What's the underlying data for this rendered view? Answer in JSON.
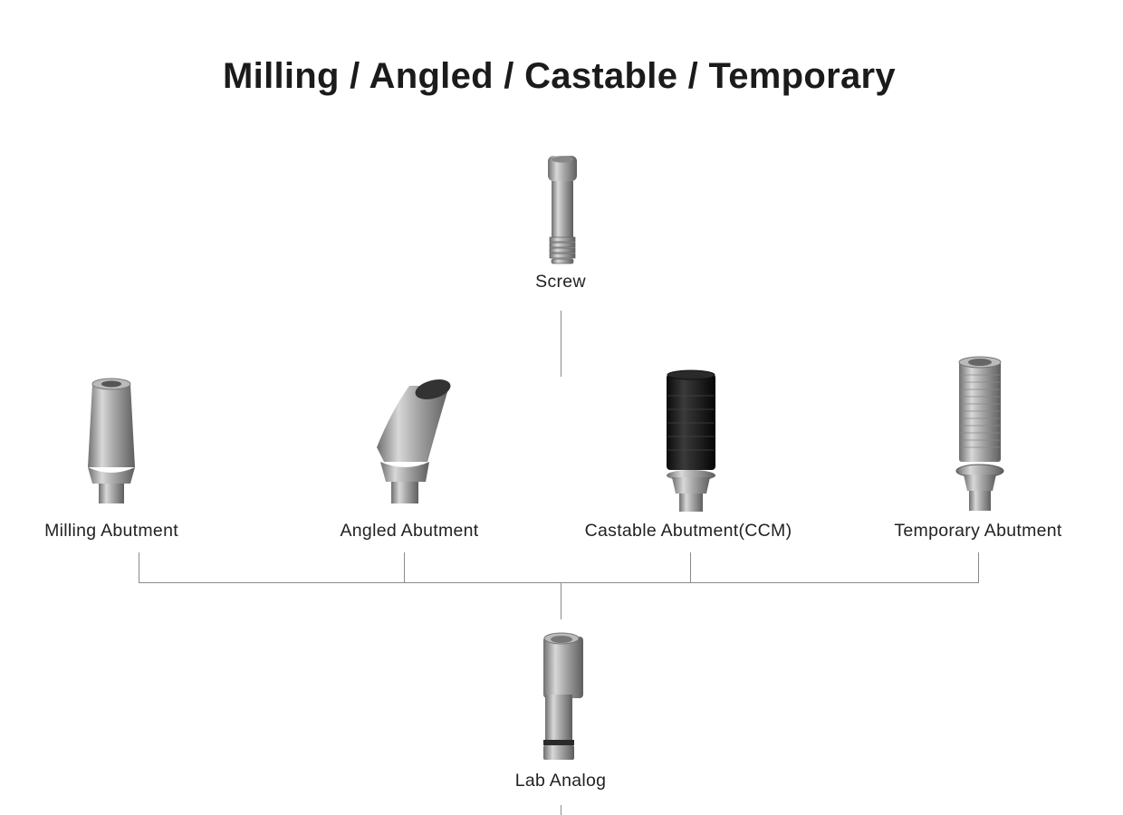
{
  "title": "Milling / Angled / Castable / Temporary",
  "components": {
    "screw": {
      "label": "Screw",
      "icon": "screw"
    },
    "milling": {
      "label": "Milling Abutment",
      "icon": "milling-abutment"
    },
    "angled": {
      "label": "Angled Abutment",
      "icon": "angled-abutment"
    },
    "castable": {
      "label": "Castable Abutment(CCM)",
      "icon": "castable-abutment"
    },
    "temporary": {
      "label": "Temporary Abutment",
      "icon": "temporary-abutment"
    },
    "lab_analog": {
      "label": "Lab Analog",
      "icon": "lab-analog"
    }
  },
  "colors": {
    "metal": "#9a9a9a",
    "castable": "#151515",
    "line": "#8a8a8a"
  }
}
